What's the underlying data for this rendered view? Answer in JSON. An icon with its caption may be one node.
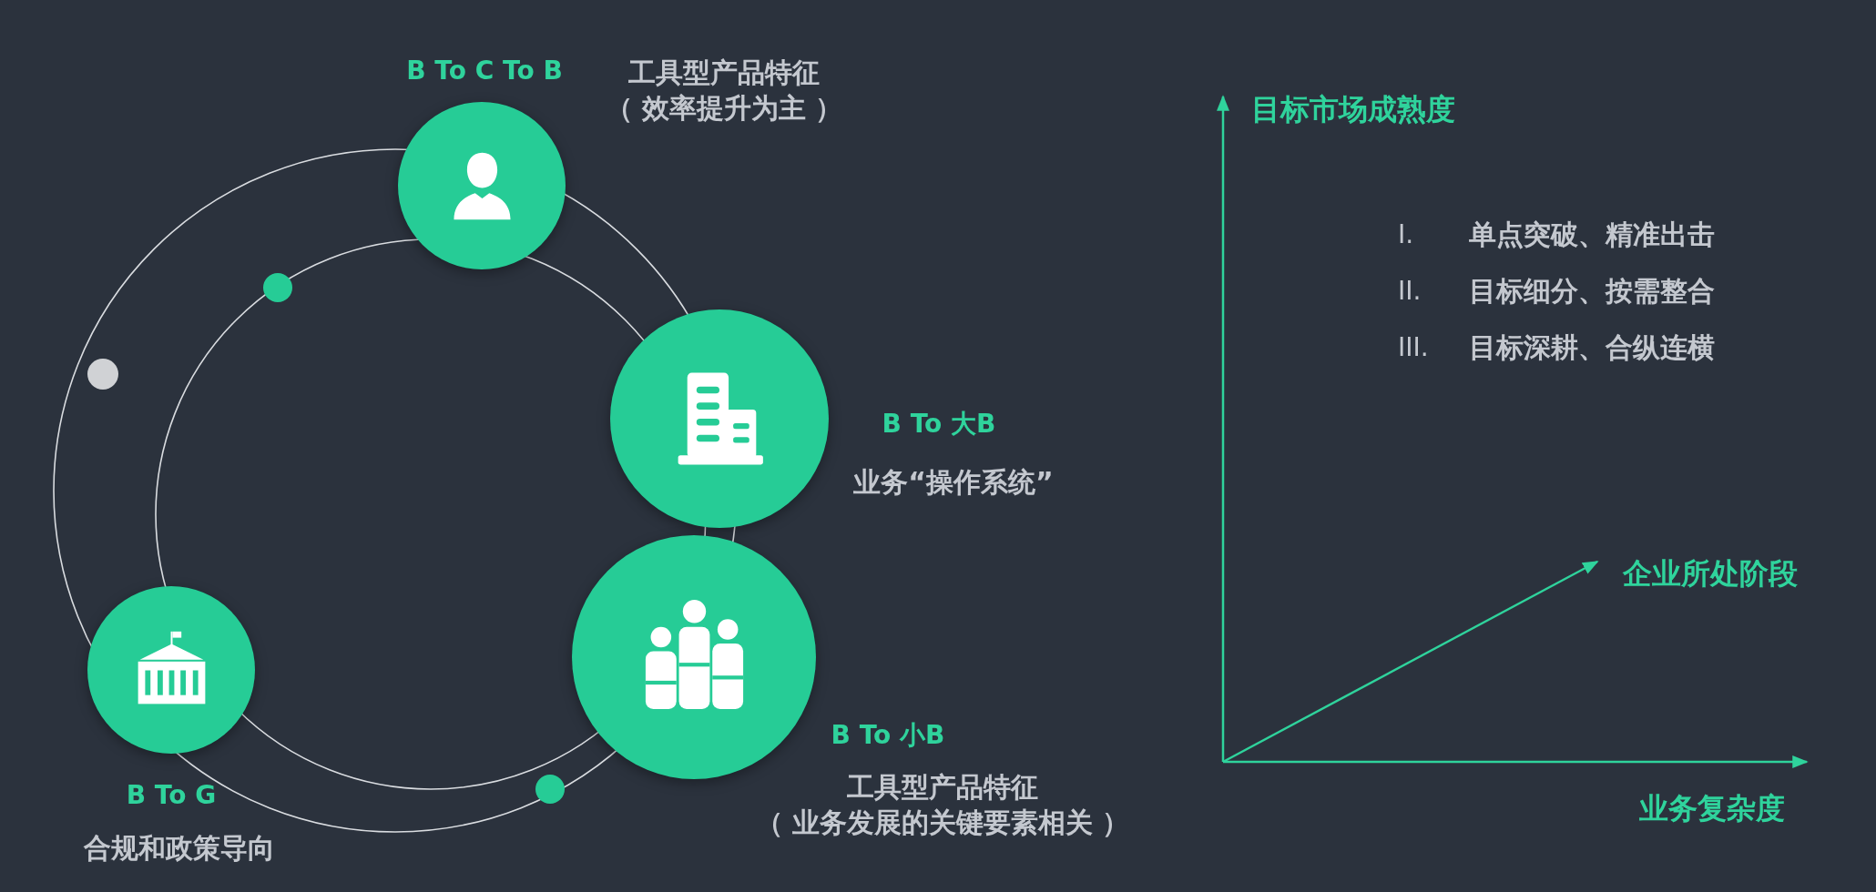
{
  "diagram": {
    "nodes": [
      {
        "text": [],
        "shape": "circle",
        "beside": [
          "B To C To B",
          "工具型产品特征（ 效率提升为主 ）"
        ]
      },
      {
        "text": [],
        "shape": "circle",
        "beside": [
          "B To 大B",
          "业务“操作系统”"
        ]
      },
      {
        "text": [],
        "shape": "circle",
        "beside": [
          "B To 小B",
          "工具型产品特征（ 业务发展的关键要素相关 ）"
        ]
      },
      {
        "text": [],
        "shape": "circle",
        "beside": [
          "B To G",
          "合规和政策导向"
        ]
      }
    ],
    "edges": [],
    "labels": [
      "目标市场成熟度",
      "I.",
      "单点突破、精准出击",
      "II.",
      "目标细分、按需整合",
      "III.",
      "目标深耕、合纵连横",
      "企业所处阶段",
      "业务复杂度"
    ]
  }
}
